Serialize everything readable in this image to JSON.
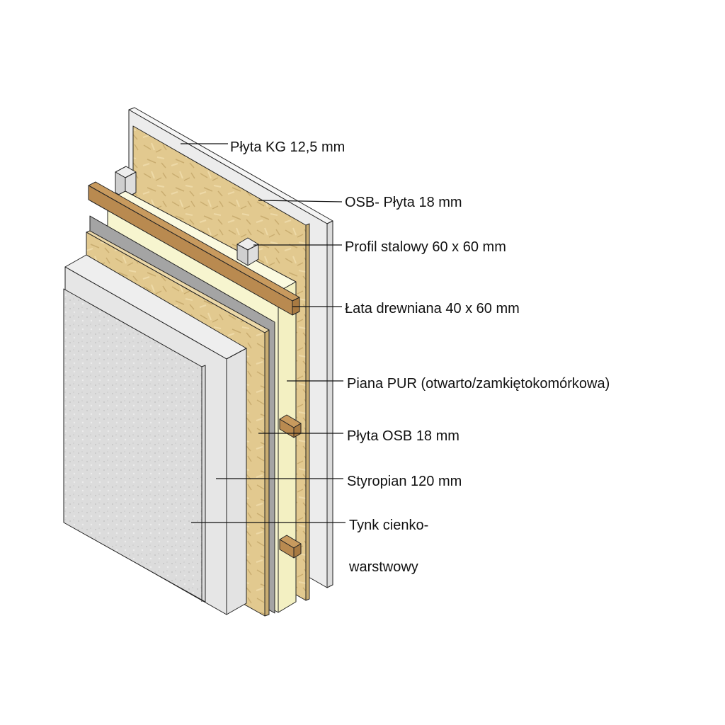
{
  "labels": {
    "gypsum": "Płyta KG 12,5 mm",
    "osb_inner": "OSB- Płyta 18 mm",
    "steel_profile": "Profil stalowy 60 x 60 mm",
    "batten": "Łata drewniana 40 x 60 mm",
    "pur_foam": "Piana PUR (otwarto/zamkiętokomórkowa)",
    "osb_outer": "Płyta OSB 18 mm",
    "styrofoam": "Styropian 120 mm",
    "plaster_line1": "Tynk cienko-",
    "plaster_line2": "warstwowy"
  },
  "colors": {
    "gypsum": "#ececec",
    "osb": "#e2c98f",
    "pur": "#f7f5cf",
    "membrane": "#a4a4a4",
    "wood": "#b98a50",
    "styrofoam": "#e6e6e6",
    "plaster": "#d9d9d9",
    "steel": "#d8d8d8"
  }
}
